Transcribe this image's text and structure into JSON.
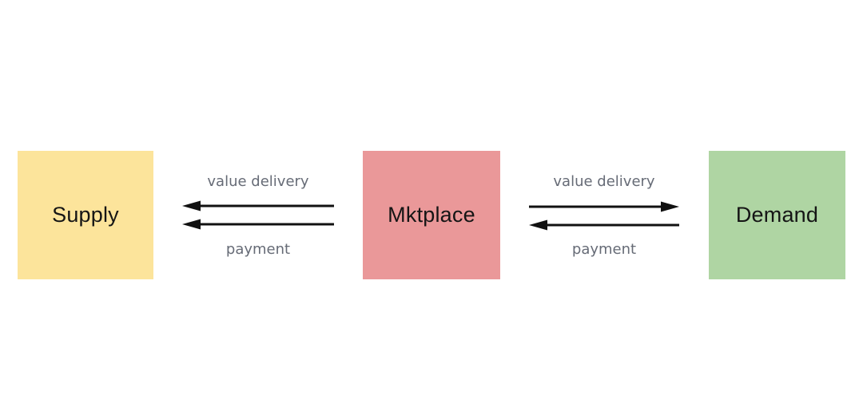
{
  "colors": {
    "canvas-bg": "#ffffff",
    "arrow-color": "#111111",
    "flow-label-color": "#666b76",
    "node-text-color": "#151515"
  },
  "nodes": [
    {
      "id": "supply",
      "label": "Supply",
      "color": "#fce49b"
    },
    {
      "id": "mktplace",
      "label": "Mktplace",
      "color": "#ea9899"
    },
    {
      "id": "demand",
      "label": "Demand",
      "color": "#afd5a3"
    }
  ],
  "flows": {
    "supply_mktplace": {
      "top_label": "value delivery",
      "top_direction": "left",
      "bottom_label": "payment",
      "bottom_direction": "left"
    },
    "mktplace_demand": {
      "top_label": "value delivery",
      "top_direction": "right",
      "bottom_label": "payment",
      "bottom_direction": "left"
    }
  }
}
